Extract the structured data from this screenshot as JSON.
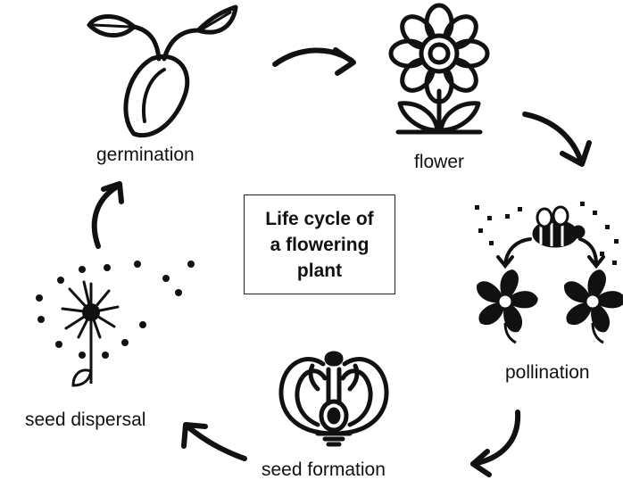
{
  "title": {
    "lines": [
      "Life cycle of",
      "a flowering",
      "plant"
    ]
  },
  "stages": [
    {
      "label": "germination",
      "icon": "seedling-icon"
    },
    {
      "label": "flower",
      "icon": "flower-icon"
    },
    {
      "label": "pollination",
      "icon": "bee-pollination-icon"
    },
    {
      "label": "seed formation",
      "icon": "flower-cross-section-icon"
    },
    {
      "label": "seed dispersal",
      "icon": "dandelion-icon"
    }
  ],
  "colors": {
    "ink": "#111111",
    "background": "#ffffff"
  }
}
